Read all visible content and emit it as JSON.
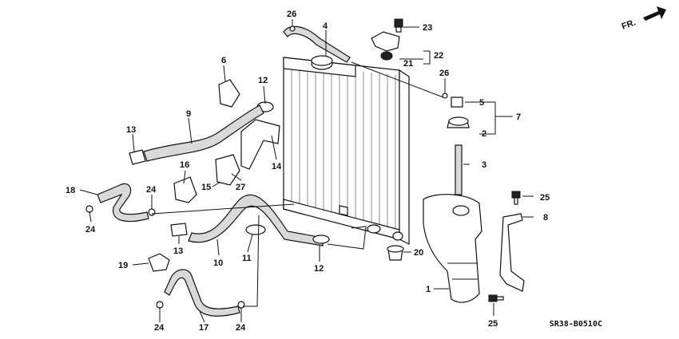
{
  "diagram": {
    "code": "SR38-B0510C",
    "direction_marker": "FR.",
    "labels": {
      "p1": "1",
      "p2": "2",
      "p3": "3",
      "p4": "4",
      "p5": "5",
      "p6": "6",
      "p7": "7",
      "p8": "8",
      "p9": "9",
      "p10": "10",
      "p11": "11",
      "p12a": "12",
      "p12b": "12",
      "p13a": "13",
      "p13b": "13",
      "p14": "14",
      "p15": "15",
      "p16": "16",
      "p17": "17",
      "p18": "18",
      "p19": "19",
      "p20": "20",
      "p21": "21",
      "p22": "22",
      "p23": "23",
      "p24a": "24",
      "p24b": "24",
      "p24c": "24",
      "p24d": "24",
      "p25a": "25",
      "p25b": "25",
      "p26a": "26",
      "p26b": "26",
      "p27": "27"
    }
  }
}
